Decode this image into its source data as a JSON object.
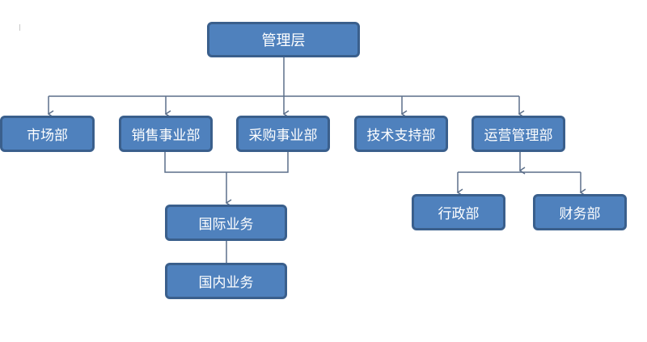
{
  "colors": {
    "node_fill": "#4f81bd",
    "node_border": "#3a5f8c",
    "node_text": "#ffffff",
    "connector": "#5c6f8a"
  },
  "org": {
    "root": "管理层",
    "market": "市场部",
    "sales": "销售事业部",
    "purchasing": "采购事业部",
    "tech_support": "技术支持部",
    "operations": "运营管理部",
    "international": "国际业务",
    "domestic": "国内业务",
    "admin": "行政部",
    "finance": "财务部"
  }
}
